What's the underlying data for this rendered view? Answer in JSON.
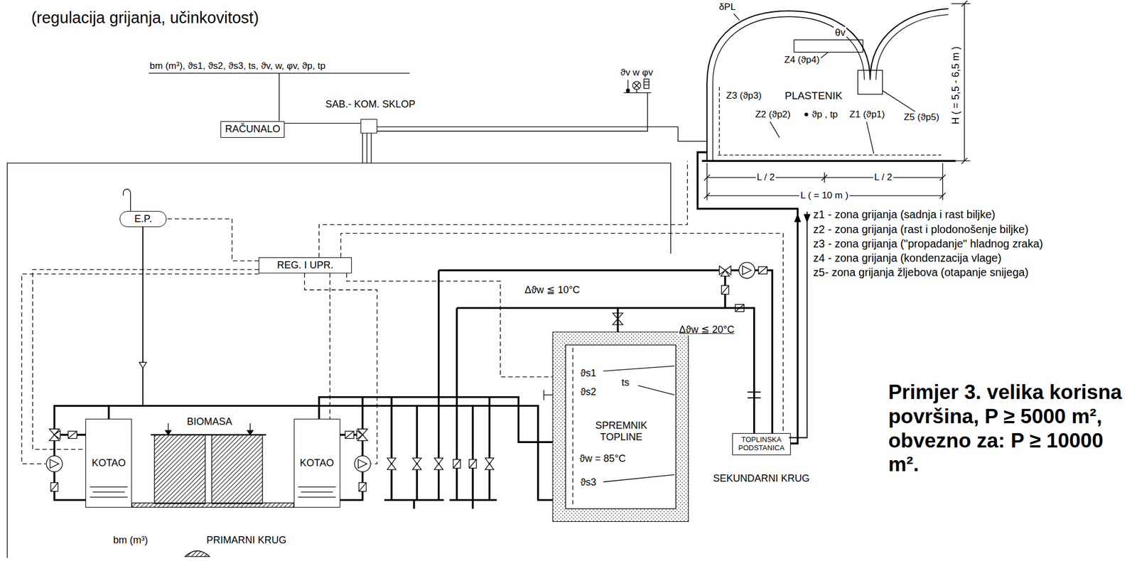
{
  "diagram": {
    "title": "(regulacija grijanja, učinkovitost)",
    "caption": "Primjer 3. velika korisna površina, P ≥ 5000 m², obvezno za: P ≥ 10000 m².",
    "nodes": [
      {
        "text": [
          "RAČUNALO"
        ]
      },
      {
        "text": [
          "SAB.- KOM. SKLOP"
        ]
      },
      {
        "text": [
          "E.P."
        ]
      },
      {
        "text": [
          "REG. I UPR."
        ]
      },
      {
        "text": [
          "KOTAO"
        ]
      },
      {
        "text": [
          "KOTAO"
        ]
      },
      {
        "text": [
          "ϑs1",
          "ϑs2",
          "ts",
          "SPREMNIK TOPLINE",
          "ϑw = 85°C",
          "ϑs3"
        ]
      },
      {
        "text": [
          "TOPLINSKA PODSTANICA"
        ]
      },
      {
        "text": [
          "PLASTENIK"
        ]
      }
    ],
    "edges": [
      {
        "from": 0,
        "to": 1,
        "arrow": "none"
      },
      {
        "from": 1,
        "to": 8,
        "arrow": "none"
      },
      {
        "from": 3,
        "to": 2,
        "arrow": "none"
      },
      {
        "from": 3,
        "to": 4,
        "arrow": "none"
      },
      {
        "from": 3,
        "to": 5,
        "arrow": "none"
      },
      {
        "from": 3,
        "to": 6,
        "arrow": "none"
      },
      {
        "from": 3,
        "to": 7,
        "arrow": "none"
      },
      {
        "from": 4,
        "to": 6,
        "arrow": "none"
      },
      {
        "from": 5,
        "to": 6,
        "arrow": "none"
      },
      {
        "from": 6,
        "to": 7,
        "arrow": "none"
      },
      {
        "from": 7,
        "to": 8,
        "arrow": "none"
      }
    ],
    "labels": [
      "bm (m³), ϑs1, ϑs2, ϑs3, ts, ϑv, w, φv, ϑp, tp",
      "ϑv w φv",
      "δPL",
      "θv",
      "Z4 (ϑp4)",
      "Z3 (ϑp3)",
      "Z2 (ϑp2)",
      "ϑp , tp",
      "Z1 (ϑp1)",
      "Z5 (ϑp5)",
      "H ( = 5,5 - 6,5 m )",
      "L / 2",
      "L / 2",
      "L ( = 10 m )",
      "z1 - zona grijanja (sadnja i rast biljke)",
      "z2 - zona grijanja (rast i plodonošenje biljke)",
      "z3 - zona grijanja (\"propadanje\" hladnog zraka)",
      "z4 - zona grijanja (kondenzacija vlage)",
      "z5- zona grijanja žljebova (otapanje snijega)",
      "Δϑw ≦ 10°C",
      "Δϑw ≦ 20°C",
      "BIOMASA",
      "bm (m³)",
      "PRIMARNI KRUG",
      "SEKUNDARNI KRUG"
    ]
  }
}
